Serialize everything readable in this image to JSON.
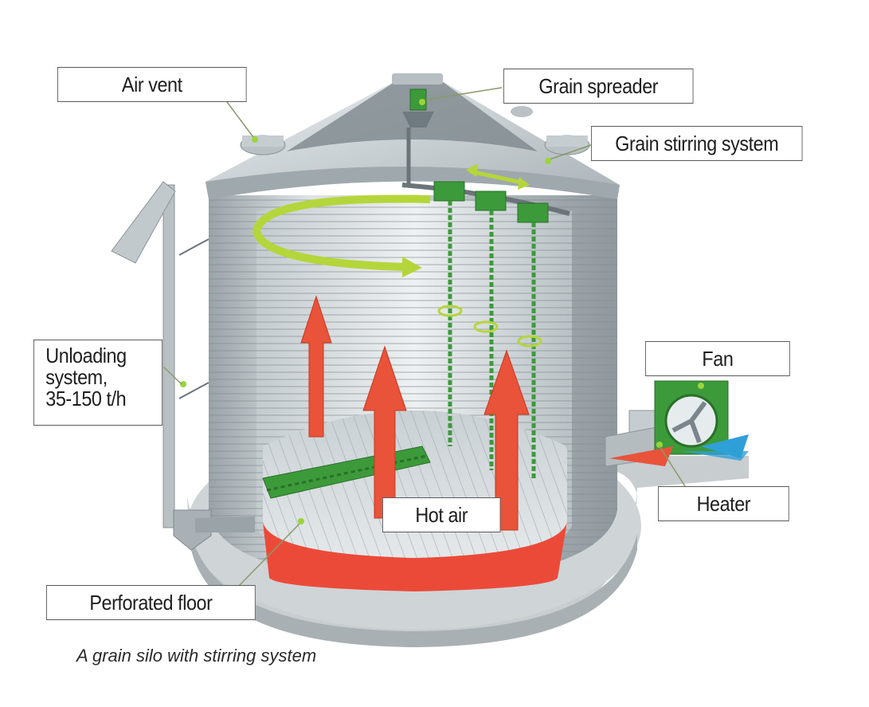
{
  "labels": {
    "air_vent": "Air vent",
    "grain_spreader": "Grain spreader",
    "grain_stirring_system": "Grain stirring system",
    "unloading_system_line1": "Unloading",
    "unloading_system_line2": "system,",
    "unloading_system_line3": "35-150 t/h",
    "fan": "Fan",
    "heater": "Heater",
    "hot_air": "Hot air",
    "perforated_floor": "Perforated floor"
  },
  "caption": "A grain silo with stirring system",
  "colors": {
    "hot_air_arrow": "#e8533a",
    "heated_floor": "#ec4a38",
    "green_component": "#3c9a3a",
    "stirring_arrow": "#b5d63a",
    "silo_metal": "#c9d0d4",
    "cold_air": "#2f9fd8"
  }
}
